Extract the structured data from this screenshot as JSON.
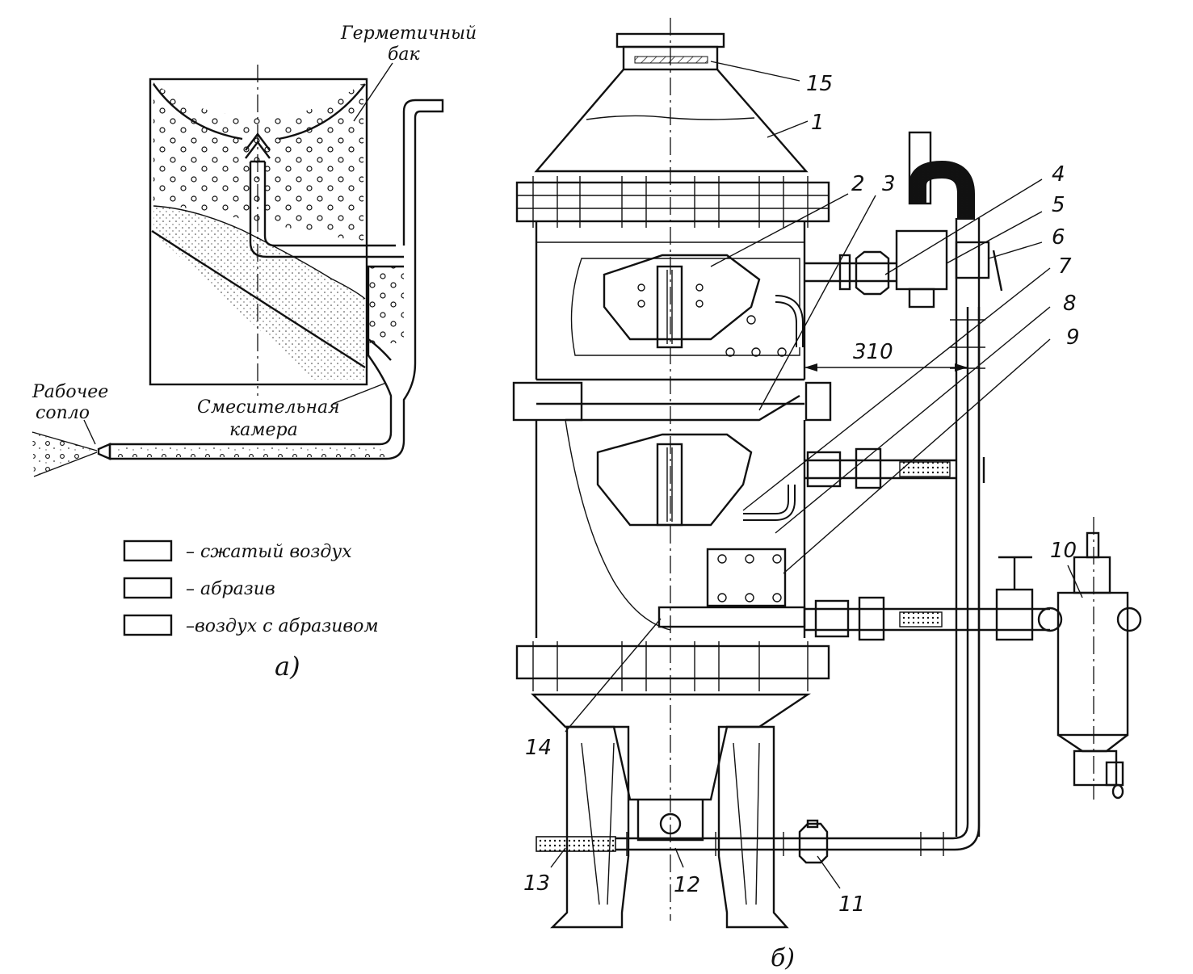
{
  "part_a": {
    "tank_label_line1": "Герметичный",
    "tank_label_line2": "бак",
    "nozzle_label_line1": "Рабочее",
    "nozzle_label_line2": "сопло",
    "chamber_label_line1": "Смесительная",
    "chamber_label_line2": "камера",
    "caption": "а)"
  },
  "legend": [
    {
      "text": "– сжатый воздух",
      "pattern": "circles"
    },
    {
      "text": "– абразив",
      "pattern": "dots"
    },
    {
      "text": "–воздух с абразивом",
      "pattern": "mixed"
    }
  ],
  "part_b": {
    "caption": "б)",
    "dimension": "310",
    "callouts": [
      "1",
      "2",
      "3",
      "4",
      "5",
      "6",
      "7",
      "8",
      "9",
      "10",
      "11",
      "12",
      "13",
      "14",
      "15"
    ]
  }
}
